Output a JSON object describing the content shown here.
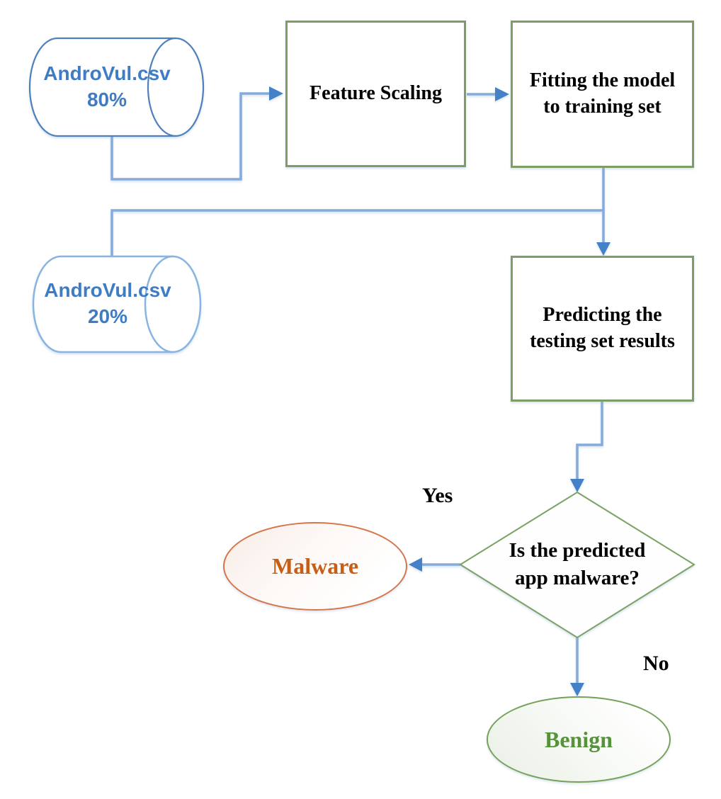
{
  "figure": {
    "type": "flowchart",
    "nodes": [
      {
        "id": "train_data",
        "shape": "cylinder",
        "label": "AndroVul.csv\n80%"
      },
      {
        "id": "feature_scaling",
        "shape": "process",
        "label": "Feature Scaling"
      },
      {
        "id": "fitting",
        "shape": "process",
        "label": "Fitting  the model\nto training set"
      },
      {
        "id": "test_data",
        "shape": "cylinder",
        "label": "AndroVul.csv\n20%"
      },
      {
        "id": "predicting",
        "shape": "process",
        "label": "Predicting the\ntesting set results"
      },
      {
        "id": "decision",
        "shape": "decision",
        "label": "Is the predicted\napp malware?"
      },
      {
        "id": "malware",
        "shape": "terminal",
        "label": "Malware"
      },
      {
        "id": "benign",
        "shape": "terminal",
        "label": "Benign"
      }
    ],
    "edges": [
      {
        "from": "train_data",
        "to": "feature_scaling",
        "label": ""
      },
      {
        "from": "feature_scaling",
        "to": "fitting",
        "label": ""
      },
      {
        "from": "fitting",
        "to": "predicting",
        "label": ""
      },
      {
        "from": "test_data",
        "to": "predicting",
        "label": ""
      },
      {
        "from": "predicting",
        "to": "decision",
        "label": ""
      },
      {
        "from": "decision",
        "to": "malware",
        "label": "Yes"
      },
      {
        "from": "decision",
        "to": "benign",
        "label": "No"
      }
    ],
    "colors": {
      "connector_line": "#84ABDB",
      "arrowhead": "#4481C6",
      "process_border": "#7D9D64",
      "decision_border": "#7CA263",
      "cylinder_80_stroke": "#4E80BC",
      "cylinder_20_stroke": "#87B4E1",
      "cylinder_text": "#3F7CC4",
      "malware_border": "#D4764A",
      "malware_text": "#C85E16",
      "benign_border": "#75A159",
      "benign_text": "#55923A",
      "box_text": "#000000"
    }
  }
}
